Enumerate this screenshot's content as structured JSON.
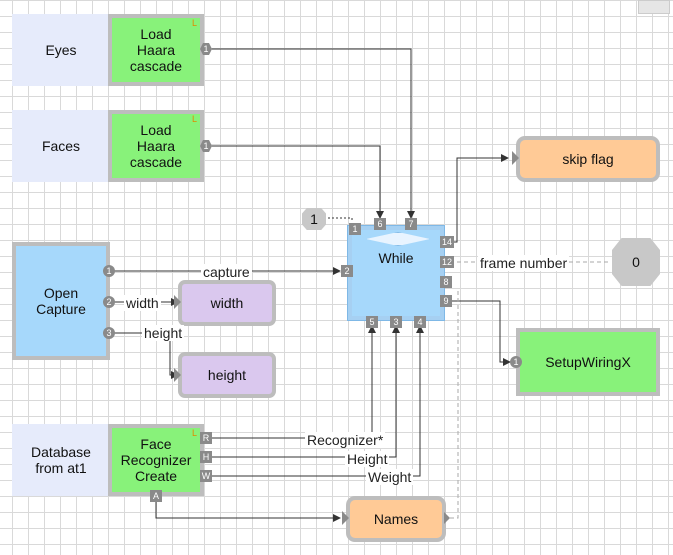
{
  "nodes": {
    "eyes_label": "Eyes",
    "faces_label": "Faces",
    "load_cascade_eyes": "Load\nHaara\ncascade",
    "load_cascade_faces": "Load\nHaara\ncascade",
    "open_capture": "Open\nCapture",
    "width": "width",
    "height": "height",
    "while": "While",
    "skip_flag": "skip flag",
    "setup_wiring": "SetupWiringX",
    "database_label": "Database\nfrom at1",
    "face_recognizer": "Face\nRecognizer\nCreate",
    "names": "Names",
    "const_one": "1",
    "const_zero": "0"
  },
  "wire_labels": {
    "capture": "capture",
    "width": "width",
    "height": "height",
    "recognizer": "Recognizer*",
    "height_out": "Height",
    "weight": "Weight",
    "frame_number": "frame number"
  },
  "ports": {
    "one": "1",
    "two": "2",
    "three": "3",
    "four": "4",
    "five": "5",
    "six": "6",
    "seven": "7",
    "eight": "8",
    "nine": "9",
    "twelve": "12",
    "fourteen": "14",
    "r": "R",
    "h": "H",
    "w": "W",
    "a": "A",
    "l": "L"
  },
  "colors": {
    "green_node": "#88f27a",
    "blue_node": "#a6d8fb",
    "purple_node": "#dac8ee",
    "orange_node": "#ffca96",
    "label_node": "#e6ebfb",
    "wire": "#333333"
  }
}
